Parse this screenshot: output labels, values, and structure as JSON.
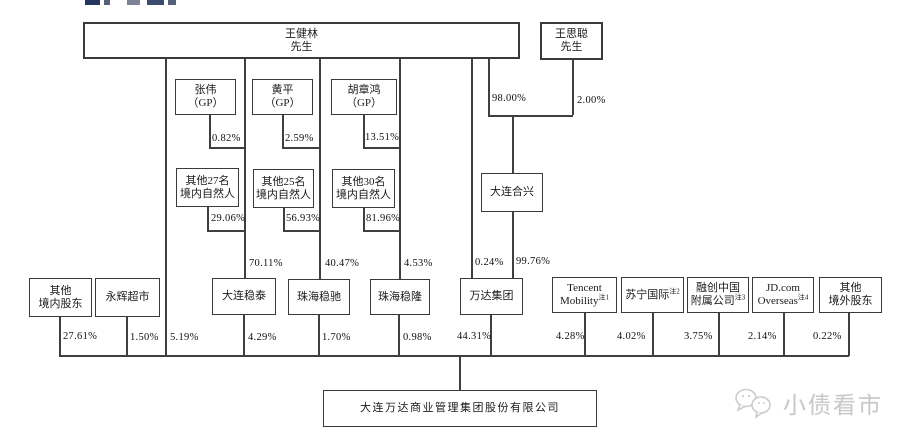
{
  "nodes": {
    "wang_jianlin": {
      "line1": "王健林",
      "line2": "先生"
    },
    "wang_sicong": {
      "line1": "王思聪",
      "line2": "先生"
    },
    "zhang_wei": {
      "line1": "张伟",
      "line2": "（GP）"
    },
    "huang_ping": {
      "line1": "黄平",
      "line2": "（GP）"
    },
    "hu_zhanghong": {
      "line1": "胡章鸿",
      "line2": "（GP）"
    },
    "lp27": {
      "line1": "其他27名",
      "line2": "境内自然人"
    },
    "lp25": {
      "line1": "其他25名",
      "line2": "境内自然人"
    },
    "lp30": {
      "line1": "其他30名",
      "line2": "境内自然人"
    },
    "dalian_hexing": {
      "line1": "大连合兴"
    },
    "other_domestic": {
      "line1": "其他",
      "line2": "境内股东"
    },
    "yonghui": {
      "line1": "永辉超市"
    },
    "dalian_wentai": {
      "line1": "大连稳泰"
    },
    "zhuhai_wenchi": {
      "line1": "珠海稳驰"
    },
    "zhuhai_wenlong": {
      "line1": "珠海稳隆"
    },
    "wanda_group": {
      "line1": "万达集团"
    },
    "tencent": {
      "line1": "Tencent",
      "line2": "Mobility",
      "sup": "注1"
    },
    "suning": {
      "line1": "苏宁国际",
      "sup": "注2"
    },
    "sunac": {
      "line1": "融创中国",
      "line2": "附属公司",
      "sup": "注3"
    },
    "jd": {
      "line1": "JD.com",
      "line2": "Overseas",
      "sup": "注4"
    },
    "other_foreign": {
      "line1": "其他",
      "line2": "境外股东"
    },
    "target": {
      "line1": "大连万达商业管理集团股份有限公司"
    }
  },
  "percents": {
    "zhangwei_gp": "0.82%",
    "huangping_gp": "2.59%",
    "huzhanghong_gp": "13.51%",
    "lp27_share": "29.06%",
    "lp25_share": "56.93%",
    "lp30_share": "81.96%",
    "wjl_in_hexing": "98.00%",
    "wsc_in_hexing": "2.00%",
    "wjl_in_wentai": "70.11%",
    "wjl_in_wenchi": "40.47%",
    "wjl_in_wenlong": "4.53%",
    "wjl_in_wanda": "0.24%",
    "hexing_in_wanda": "99.76%",
    "other_domestic_pct": "27.61%",
    "yonghui_pct": "1.50%",
    "wjl_direct_pct": "5.19%",
    "wentai_pct": "4.29%",
    "wenchi_pct": "1.70%",
    "wenlong_pct": "0.98%",
    "wanda_pct": "44.31%",
    "tencent_pct": "4.28%",
    "suning_pct": "4.02%",
    "sunac_pct": "3.75%",
    "jd_pct": "2.14%",
    "other_foreign_pct": "0.22%"
  },
  "watermark": {
    "text": "小债看市"
  },
  "colors": {
    "line": "#3f3f3f",
    "text": "#1a1a1a",
    "watermark": "#c9c9c9"
  }
}
